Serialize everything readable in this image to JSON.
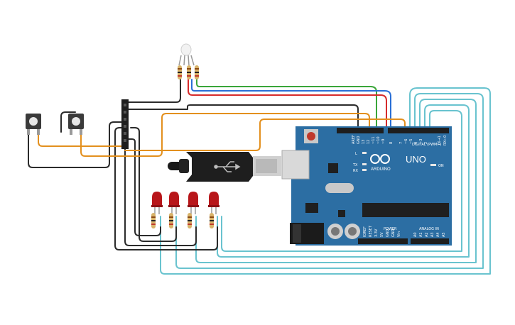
{
  "board": {
    "logo": "ARDUINO",
    "model": "UNO",
    "on_label": "ON",
    "label_l": "L",
    "label_tx": "TX",
    "label_rx": "RX",
    "digital_header": "DIGITAL (PWM~)",
    "power_header": "POWER",
    "analog_header": "ANALOG IN",
    "top_pins": [
      "AREF",
      "GND",
      "13",
      "12",
      "~11",
      "~10",
      "~9",
      "8",
      "7",
      "~6",
      "~5",
      "4",
      "~3",
      "2",
      "TX→1",
      "RX←0"
    ],
    "power_pins": [
      "IOREF",
      "RESET",
      "3.3V",
      "5V",
      "GND",
      "GND",
      "Vin"
    ],
    "analog_pins": [
      "A0",
      "A1",
      "A2",
      "A3",
      "A4",
      "A5"
    ]
  },
  "colors": {
    "board": "#2c6ea3",
    "wire_black": "#2b2b2b",
    "wire_orange": "#e3901e",
    "wire_green": "#3aa63a",
    "wire_red": "#d62b2b",
    "wire_blue": "#2a6fd6",
    "wire_cyan": "#69c3cf",
    "led_red": "#b8161a",
    "resistor": "#d8b36a"
  },
  "icons": [
    "usb-icon",
    "arduino-infinity-icon"
  ]
}
